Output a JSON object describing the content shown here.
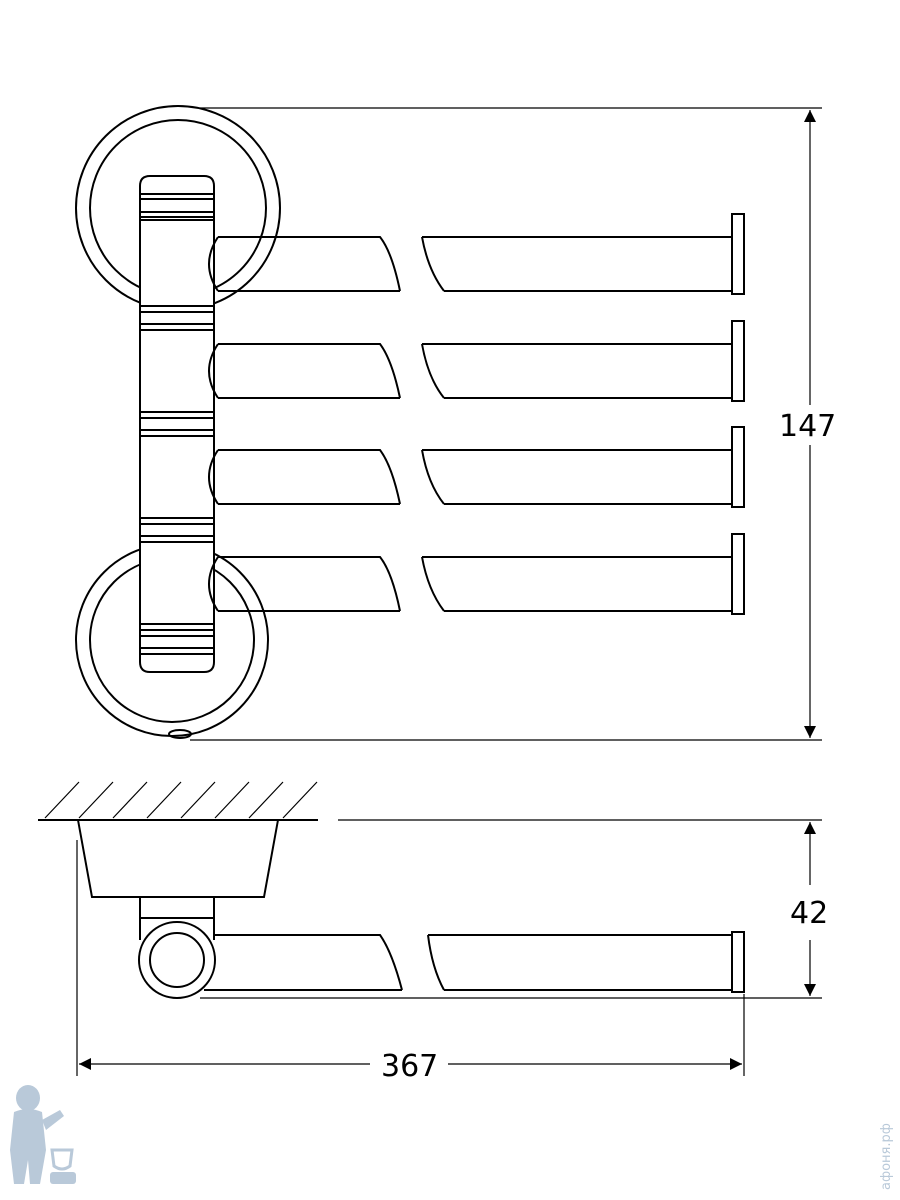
{
  "dimensions": {
    "height_top_view": "147",
    "depth_side_view": "42",
    "length": "367"
  },
  "watermark": {
    "text": "афоня.рф",
    "color": "#b9c9d9"
  }
}
